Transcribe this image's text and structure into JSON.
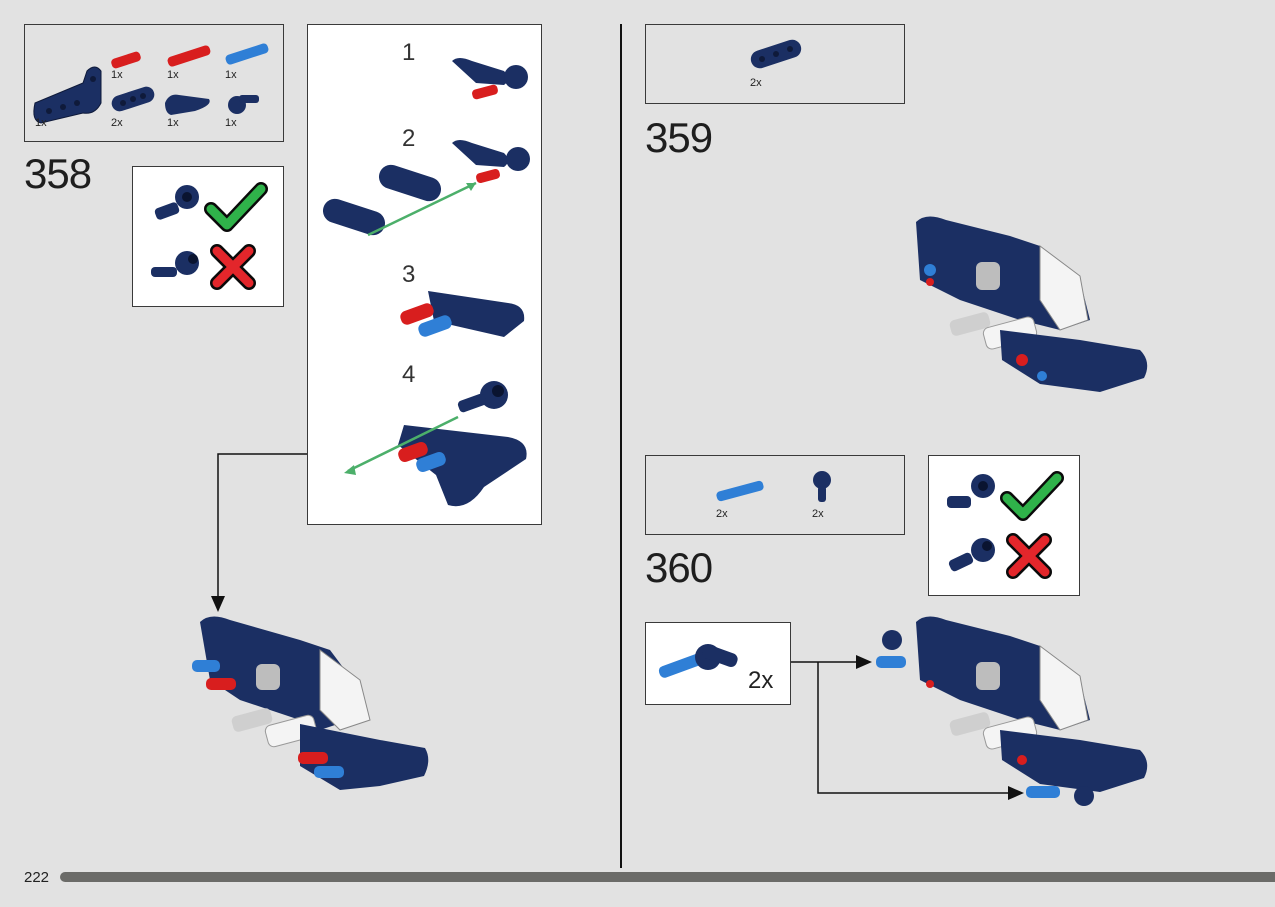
{
  "page": {
    "number": "222"
  },
  "step358": {
    "number": "358",
    "parts": [
      {
        "name": "dark-blue-L-liftarm",
        "qty": "1x"
      },
      {
        "name": "red-pin-short",
        "qty": "1x"
      },
      {
        "name": "red-pin-long",
        "qty": "1x"
      },
      {
        "name": "blue-axle-pin",
        "qty": "1x"
      },
      {
        "name": "dark-blue-beam-3",
        "qty": "2x"
      },
      {
        "name": "dark-blue-panel-fairing",
        "qty": "1x"
      },
      {
        "name": "dark-blue-pin-connector",
        "qty": "1x"
      }
    ],
    "substeps": [
      "1",
      "2",
      "3",
      "4"
    ]
  },
  "step359": {
    "number": "359",
    "parts": [
      {
        "name": "dark-blue-beam-3",
        "qty": "2x"
      }
    ]
  },
  "step360": {
    "number": "360",
    "parts": [
      {
        "name": "blue-axle-pin",
        "qty": "2x"
      },
      {
        "name": "dark-blue-pin-connector",
        "qty": "2x"
      }
    ],
    "subassembly_qty": "2x"
  },
  "colors": {
    "dark_blue": "#1b2f63",
    "red": "#d81e1e",
    "blue": "#2f7fd6",
    "arrow_green": "#4caf6a",
    "check_green": "#2fb24a",
    "cross_red": "#e3262b"
  }
}
